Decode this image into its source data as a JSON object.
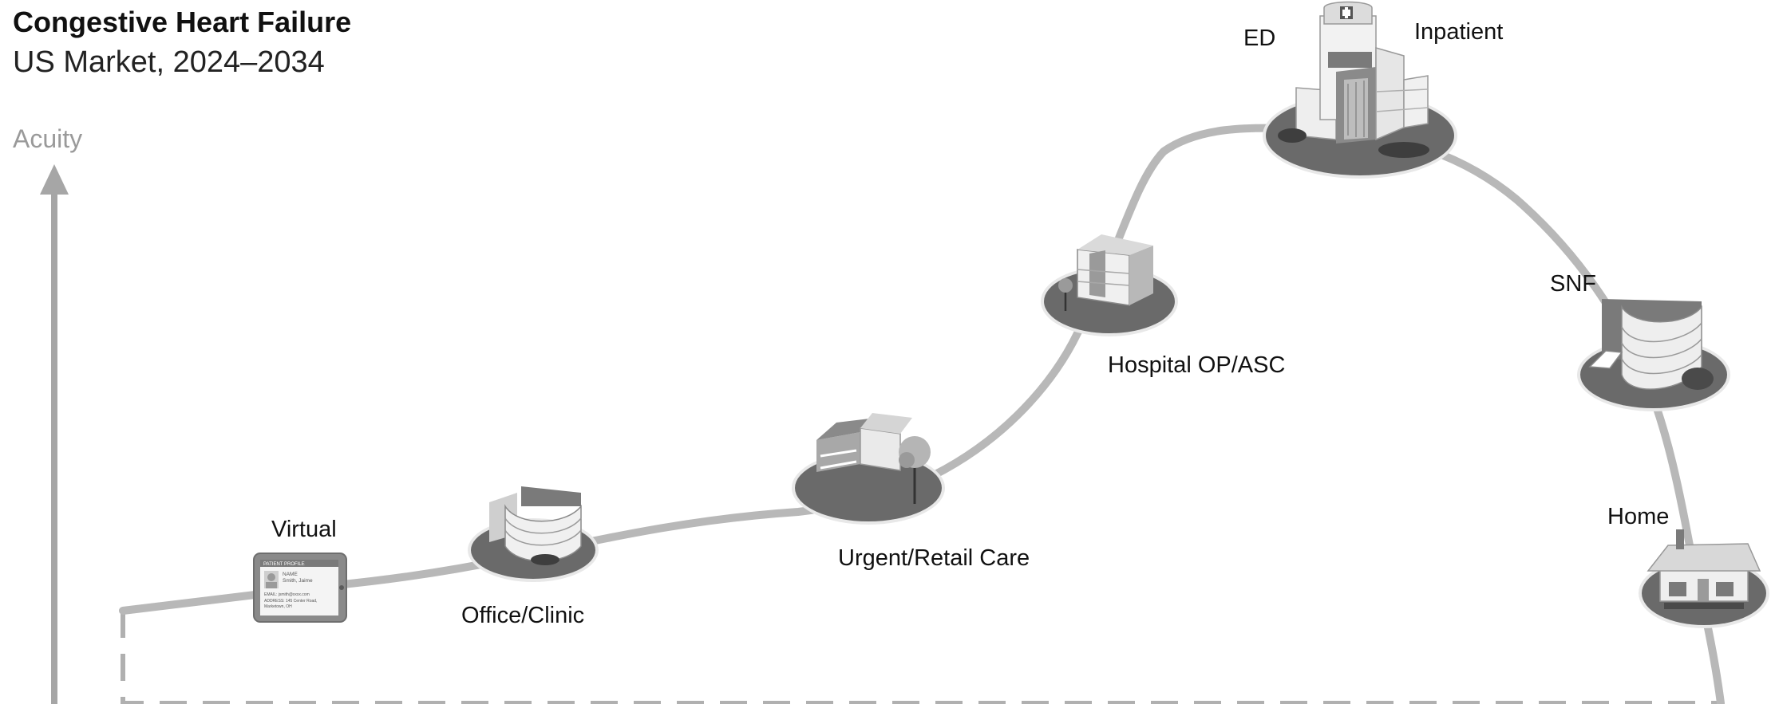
{
  "header": {
    "title": "Congestive Heart Failure",
    "subtitle": "US Market, 2024–2034"
  },
  "axis": {
    "y_label": "Acuity"
  },
  "sites": [
    {
      "id": "virtual",
      "label": "Virtual",
      "icon": "tablet-patient-profile-icon"
    },
    {
      "id": "office",
      "label": "Office/Clinic",
      "icon": "clinic-building-icon"
    },
    {
      "id": "urgent",
      "label": "Urgent/Retail Care",
      "icon": "urgent-care-building-icon"
    },
    {
      "id": "hospital-op",
      "label": "Hospital OP/ASC",
      "icon": "outpatient-building-icon"
    },
    {
      "id": "ed",
      "label": "ED",
      "icon": "hospital-building-icon"
    },
    {
      "id": "inpatient",
      "label": "Inpatient",
      "icon": "hospital-building-icon"
    },
    {
      "id": "snf",
      "label": "SNF",
      "icon": "nursing-facility-icon"
    },
    {
      "id": "home",
      "label": "Home",
      "icon": "house-icon"
    }
  ],
  "tablet": {
    "header": "PATIENT PROFILE",
    "name_label": "NAME",
    "name_value": "Smith, Jaime",
    "email": "EMAIL: jsmith@xxxx.com",
    "address": "ADDRESS: 145 Center Road,",
    "city": "Marketown, OH"
  },
  "colors": {
    "curve": "#b8b8b8",
    "axis": "#a6a6a6",
    "dashed": "#b0b0b0",
    "text": "#111111"
  }
}
